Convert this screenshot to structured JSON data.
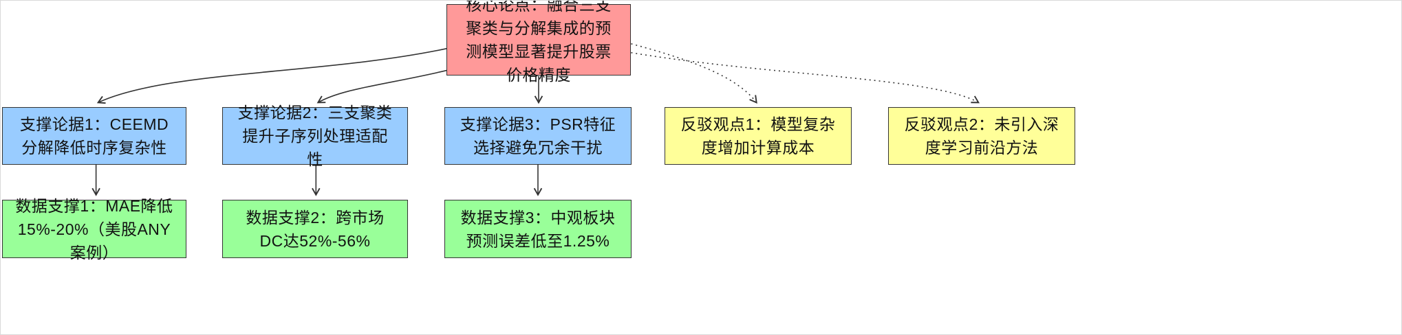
{
  "diagram": {
    "kind": "argument-map-flowchart",
    "colors": {
      "core": "#ff9999",
      "support": "#99ccff",
      "rebuttal": "#ffff99",
      "evidence": "#99ff99",
      "edge": "#333333",
      "border": "#333333",
      "background": "#ffffff"
    },
    "nodes": {
      "core": {
        "label": "核心论点：融合三支聚类与分解集成的预测模型显著提升股票价格精度",
        "color": "#ff9999"
      },
      "support1": {
        "label": "支撑论据1：CEEMD分解降低时序复杂性",
        "color": "#99ccff"
      },
      "support2": {
        "label": "支撑论据2：三支聚类提升子序列处理适配性",
        "color": "#99ccff"
      },
      "support3": {
        "label": "支撑论据3：PSR特征选择避免冗余干扰",
        "color": "#99ccff"
      },
      "rebuttal1": {
        "label": "反驳观点1：模型复杂度增加计算成本",
        "color": "#ffff99"
      },
      "rebuttal2": {
        "label": "反驳观点2：未引入深度学习前沿方法",
        "color": "#ffff99"
      },
      "evidence1": {
        "label": "数据支撑1：MAE降低15%-20%（美股ANY案例）",
        "color": "#99ff99"
      },
      "evidence2": {
        "label": "数据支撑2：跨市场DC达52%-56%",
        "color": "#99ff99"
      },
      "evidence3": {
        "label": "数据支撑3：中观板块预测误差低至1.25%",
        "color": "#99ff99"
      }
    },
    "edges": [
      {
        "from": "core",
        "to": "support1",
        "style": "solid"
      },
      {
        "from": "core",
        "to": "support2",
        "style": "solid"
      },
      {
        "from": "core",
        "to": "support3",
        "style": "solid"
      },
      {
        "from": "core",
        "to": "rebuttal1",
        "style": "dotted"
      },
      {
        "from": "core",
        "to": "rebuttal2",
        "style": "dotted"
      },
      {
        "from": "support1",
        "to": "evidence1",
        "style": "solid"
      },
      {
        "from": "support2",
        "to": "evidence2",
        "style": "solid"
      },
      {
        "from": "support3",
        "to": "evidence3",
        "style": "solid"
      }
    ]
  }
}
